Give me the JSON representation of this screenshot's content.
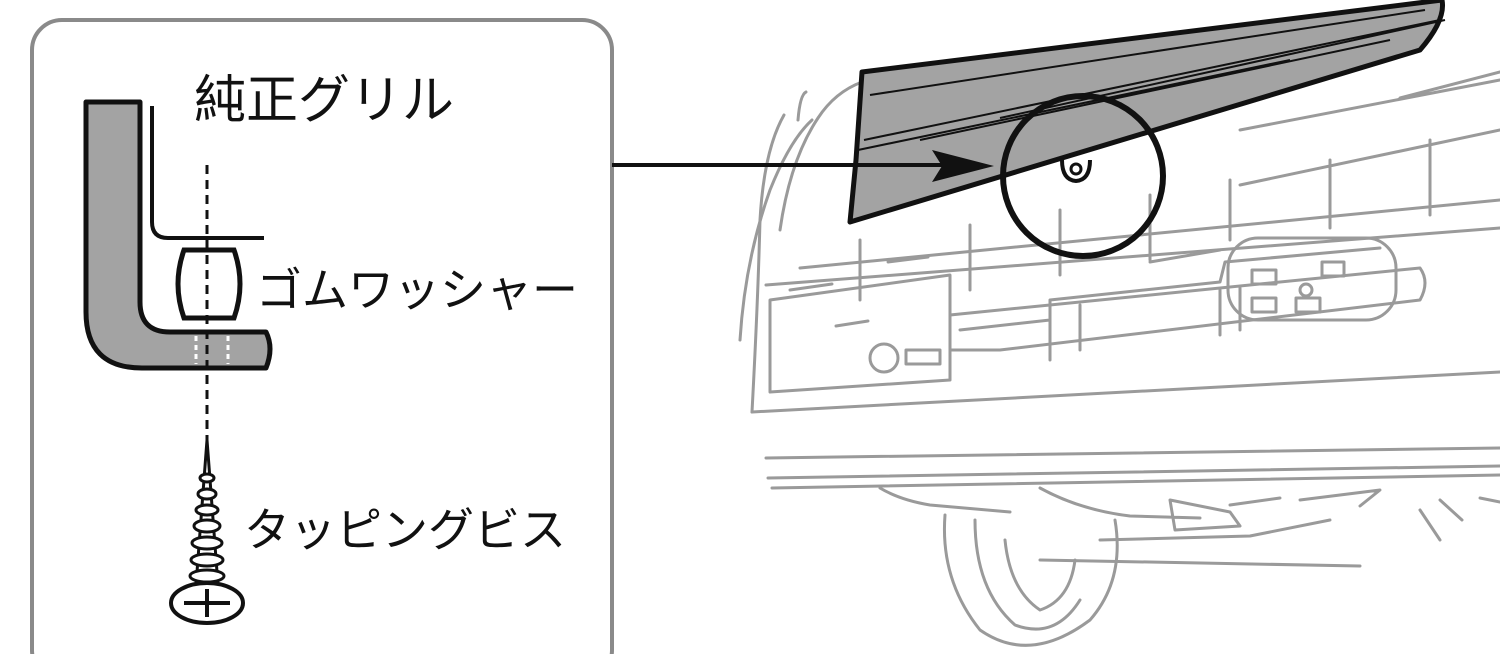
{
  "labels": {
    "grille": "純正グリル",
    "washer": "ゴムワッシャー",
    "screw": "タッピングビス"
  },
  "colors": {
    "line": "#111111",
    "panel_border": "#8a8a8a",
    "grille_fill": "#a3a3a3",
    "car_line": "#9a9a9a",
    "background": "#ffffff"
  }
}
